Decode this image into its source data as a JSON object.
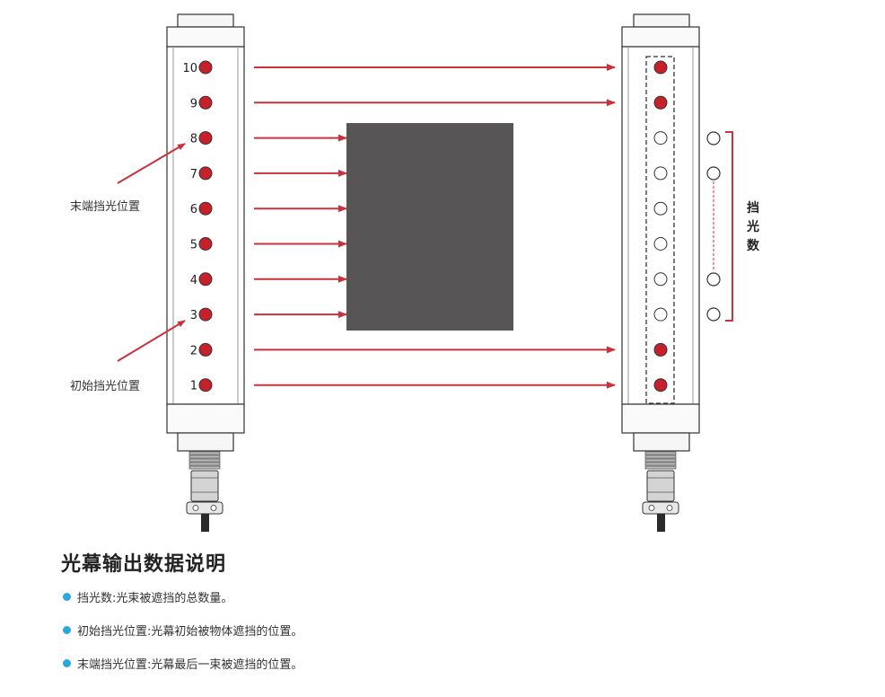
{
  "diagram": {
    "emitter_numbers": [
      "10",
      "9",
      "8",
      "7",
      "6",
      "5",
      "4",
      "3",
      "2",
      "1"
    ],
    "receiver_states": [
      "lit",
      "lit",
      "blocked",
      "blocked",
      "blocked",
      "blocked",
      "blocked",
      "blocked",
      "lit",
      "lit"
    ],
    "label_end": "末端挡光位置",
    "label_start": "初始挡光位置",
    "label_count": [
      "挡",
      "光",
      "数"
    ]
  },
  "section": {
    "title": "光幕输出数据说明",
    "bullets": [
      "挡光数:光束被遮挡的总数量。",
      "初始挡光位置:光幕初始被物体遮挡的位置。",
      "末端挡光位置:光幕最后一束被遮挡的位置。"
    ]
  },
  "colors": {
    "beam": "#c8323c",
    "led_on": "#c8202a",
    "obstacle": "#575556",
    "accent_dot": "#2ba7df"
  }
}
